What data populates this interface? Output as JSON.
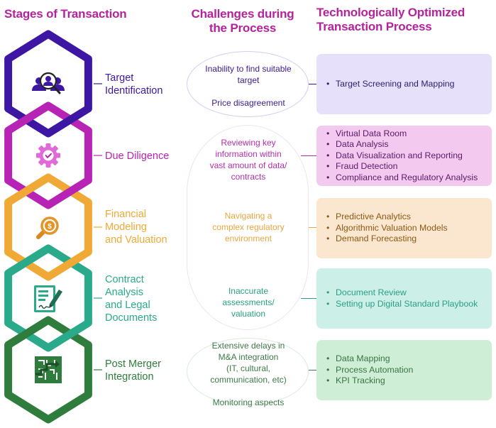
{
  "headers": {
    "stages": "Stages of Transaction",
    "challenges": "Challenges during\nthe Process",
    "tech": "Technologically Optimized\nTransaction Process"
  },
  "colors": {
    "header": "#b5229d",
    "stage1": "#3d17a3",
    "stage2": "#b723b5",
    "stage3": "#f0a935",
    "stage4": "#29aa8a",
    "stage5": "#2f7d3c"
  },
  "stages": [
    {
      "label": "Target\nIdentification",
      "icon": "people-search-icon",
      "color": "#3d17a3",
      "challenges": "Inability to find suitable\ntarget\n\nPrice disagreement",
      "challenge_color": "#3d1a91",
      "solutions": [
        "Target Screening and Mapping"
      ],
      "box_bg": "#e7e0fa",
      "box_text": "#2a1f6e"
    },
    {
      "label": "Due Diligence",
      "icon": "gear-check-icon",
      "color": "#b723b5",
      "challenges": "Reviewing key\ninformation within\nvast amount of data/\ncontracts",
      "challenge_color": "#b12fa9",
      "solutions": [
        "Virtual Data Room",
        "Data Analysis",
        "Data Visualization and Reporting",
        "Fraud Detection",
        "Compliance and Regulatory Analysis"
      ],
      "box_bg": "#f4c9ef",
      "box_text": "#5a1a6a"
    },
    {
      "label": "Financial\nModeling\nand Valuation",
      "icon": "dollar-magnifier-icon",
      "color": "#f0a935",
      "challenges": "Navigating a\ncomplex regulatory\nenvironment",
      "challenge_color": "#e9a640",
      "solutions": [
        "Predictive Analytics",
        "Algorithmic Valuation Models",
        "Demand Forecasting"
      ],
      "box_bg": "#fbe7cf",
      "box_text": "#8a5a14"
    },
    {
      "label": "Contract\nAnalysis\nand Legal\nDocuments",
      "icon": "document-signature-icon",
      "color": "#29aa8a",
      "challenges": "Inaccurate\nassessments/\nvaluation",
      "challenge_color": "#2a9e84",
      "solutions": [
        "Document Review",
        "Setting up Digital Standard Playbook"
      ],
      "box_bg": "#ccf0e7",
      "box_text": "#2a9e84"
    },
    {
      "label": "Post Merger\nIntegration",
      "icon": "maze-path-icon",
      "color": "#2f7d3c",
      "challenges": "Extensive delays in\nM&A integration\n(IT, cultural,\ncommunication, etc)\n\nMonitoring aspects",
      "challenge_color": "#3e7a4a",
      "solutions": [
        "Data Mapping",
        "Process Automation",
        "KPI Tracking"
      ],
      "box_bg": "#cfeed6",
      "box_text": "#3a7445"
    }
  ]
}
